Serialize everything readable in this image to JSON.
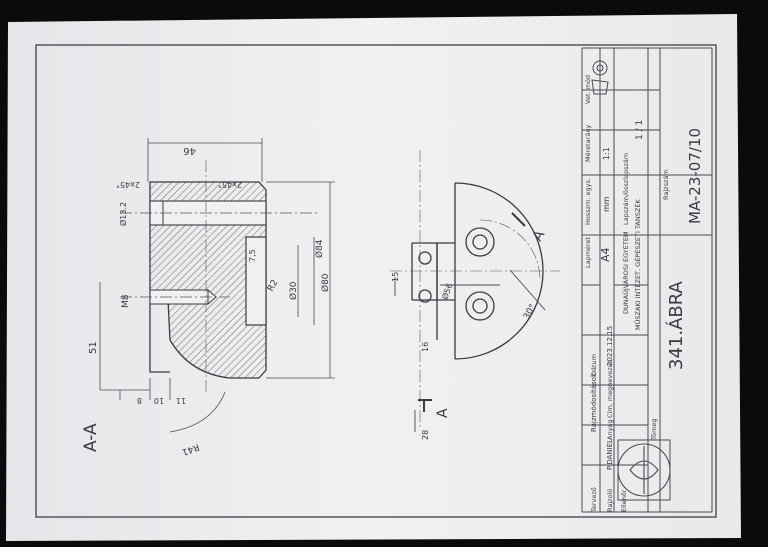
{
  "section": {
    "title": "A-A",
    "cut_marker": "A"
  },
  "dimensions": {
    "width_46": "46",
    "chamfer_top_left": "2x45°",
    "chamfer_top_mid": "2x45°",
    "hole_d13": "Ø13.2",
    "d84": "Ø84",
    "d30": "Ø30",
    "d80": "Ø80",
    "r2": "R2",
    "depth_75": "7,5",
    "thread_m8": "M8",
    "height_51": "51",
    "d11": "11",
    "d10": "10",
    "d8": "8",
    "r41": "R41",
    "d15": "15",
    "d56": "Ø56",
    "d16": "16",
    "angle_30": "30°",
    "d28": "28"
  },
  "title_block": {
    "rajzmodositasok": "Rajzmódosítások",
    "lapmeret_label": "Lapméret",
    "lapmeret_value": "A4",
    "hossz_label": "Hosszm. egys.",
    "hossz_value": "mm",
    "meretarany_label": "Méretarány",
    "meretarany_value": "1:1",
    "vet_label": "Vet. mód",
    "tervezo": "Tervező",
    "rajzolo": "Rajzoló",
    "ellenor": "Ellenőr",
    "rajzolo_name": "P.DANIEL",
    "datum_label": "Dátum",
    "datum_value": "2023.12.15",
    "university": "DUNAÚJVÁROSI EGYETEM",
    "institute": "MŰSZAKI INTÉZET, GÉPÉSZETI TANSZÉK",
    "lapszam_label": "Lapszám/összlapszám",
    "lapszam_value": "1 / 1",
    "anyag": "Anyag",
    "cim_label": "Cím, megnevezés",
    "title_value": "341.ÁBRA",
    "rajzszam_label": "Rajzszám",
    "rajzszam_value": "MA-23-07/10",
    "tomeg": "Tömeg"
  }
}
